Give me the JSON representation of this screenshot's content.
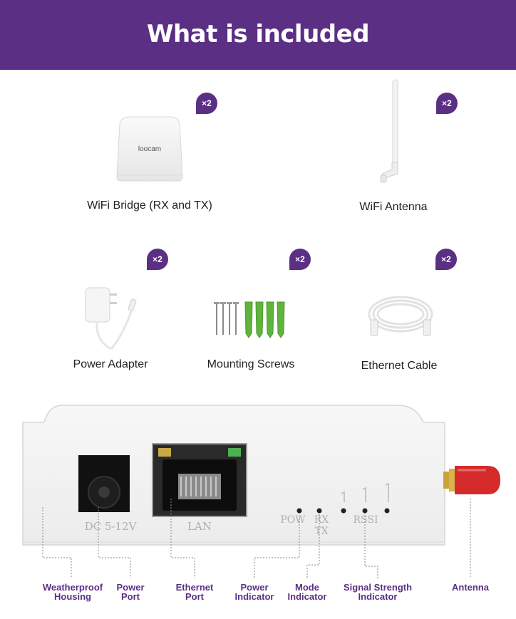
{
  "header": {
    "title": "What is included"
  },
  "items": [
    {
      "label": "WiFi Bridge (RX and TX)",
      "qty": "×2",
      "brand": "loocam"
    },
    {
      "label": "WiFi Antenna",
      "qty": "×2"
    },
    {
      "label": "Power Adapter",
      "qty": "×2"
    },
    {
      "label": "Mounting Screws",
      "qty": "×2"
    },
    {
      "label": "Ethernet Cable",
      "qty": "×2"
    }
  ],
  "device": {
    "ports": {
      "dc": "DC 5-12V",
      "lan": "LAN"
    },
    "leds": {
      "pow": "POW",
      "rx": "RX",
      "tx": "TX",
      "rssi": "RSSI"
    }
  },
  "callouts": [
    {
      "line1": "Weatherproof",
      "line2": "Housing"
    },
    {
      "line1": "Power",
      "line2": "Port"
    },
    {
      "line1": "Ethernet",
      "line2": "Port"
    },
    {
      "line1": "Power",
      "line2": "Indicator"
    },
    {
      "line1": "Mode",
      "line2": "Indicator"
    },
    {
      "line1": "Signal Strength",
      "line2": "Indicator"
    },
    {
      "line1": "Antenna",
      "line2": ""
    }
  ],
  "colors": {
    "brand_purple": "#5b2f84",
    "antenna_red": "#d42a2a",
    "anchor_green": "#5fb43c"
  }
}
